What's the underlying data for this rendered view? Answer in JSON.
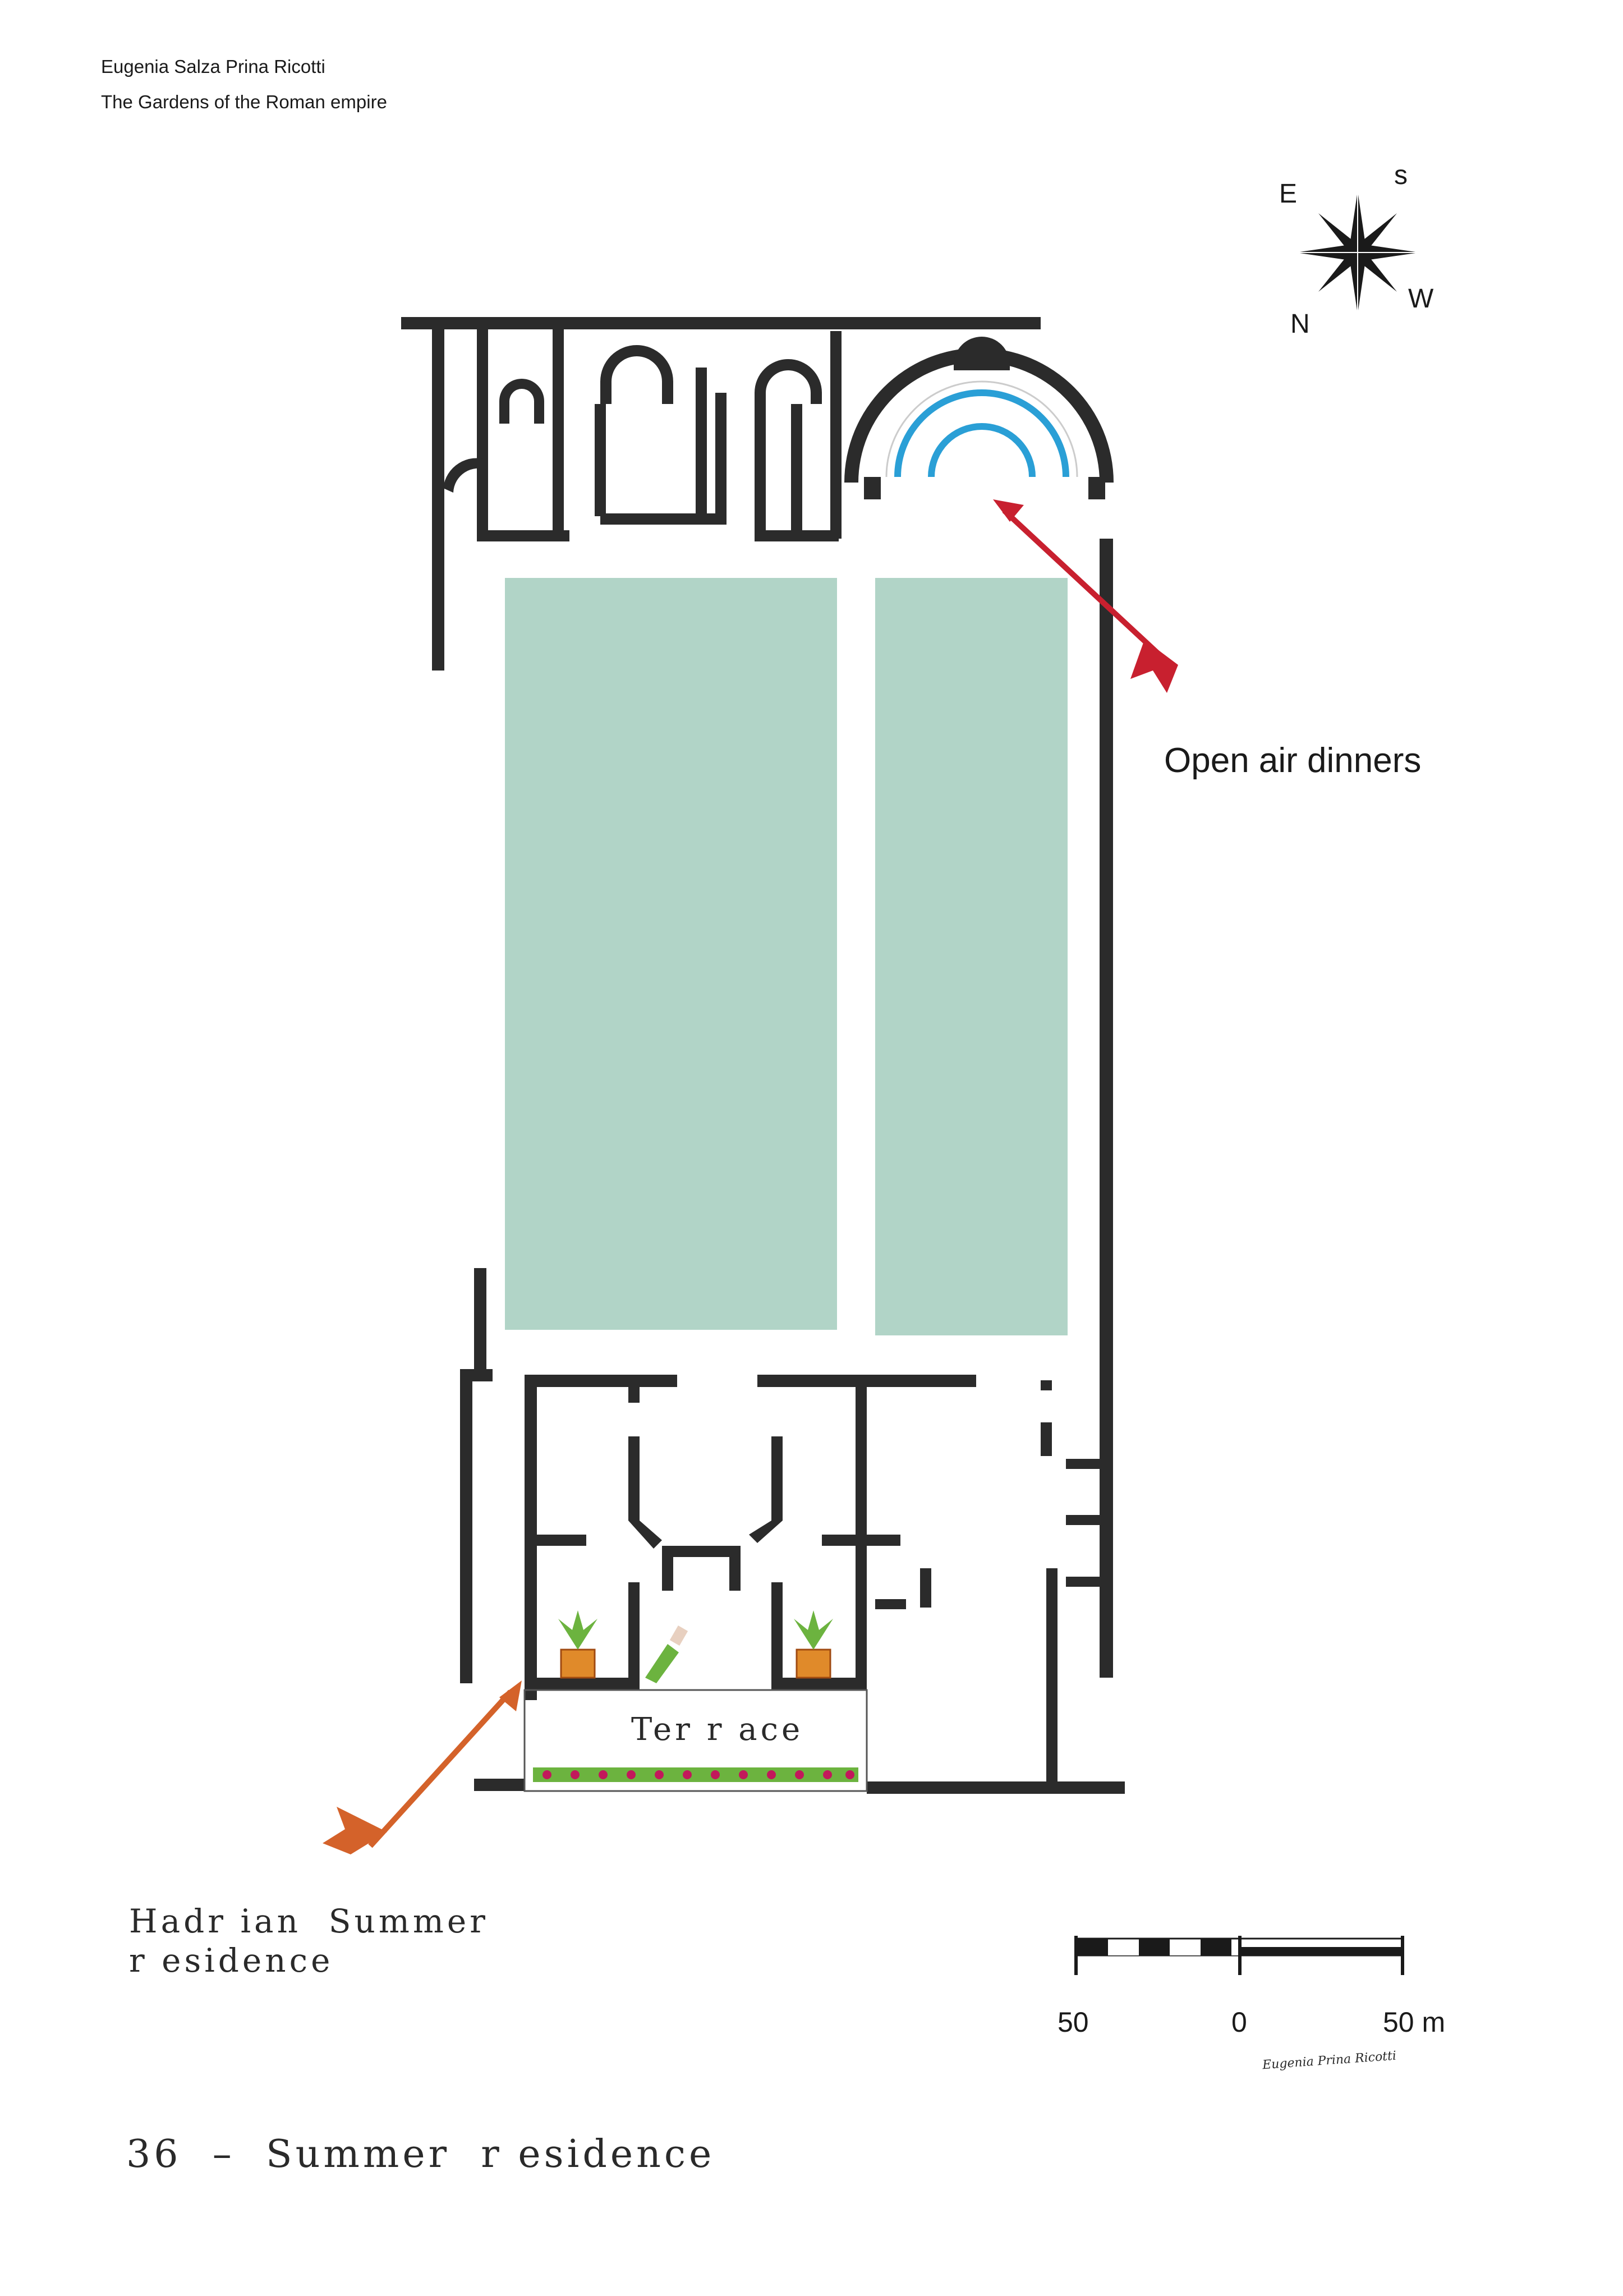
{
  "header": {
    "author": "Eugenia Salza Prina Ricotti",
    "book_title": "The Gardens of the Roman empire"
  },
  "compass": {
    "east": "E",
    "south": "s",
    "west": "W",
    "north": "N"
  },
  "labels": {
    "open_air_dinners": "Open air dinners",
    "terrace": "Ter r ace",
    "hadrian_line1": "Hadr ian  Summer",
    "hadrian_line2": "r esidence"
  },
  "scale_bar": {
    "left": "50",
    "middle": "0",
    "right": "50 m"
  },
  "signature": "Eugenia Prina Ricotti",
  "caption": "36  –  Summer  r esidence",
  "colors": {
    "walls": "#2b2b2b",
    "garden": "#b1d4c7",
    "pool": "#2a9fd6",
    "arrow_dinner": "#c8202f",
    "arrow_hadrian": "#d4622a",
    "flowers": "#c2185b",
    "foliage": "#6cb33f"
  }
}
